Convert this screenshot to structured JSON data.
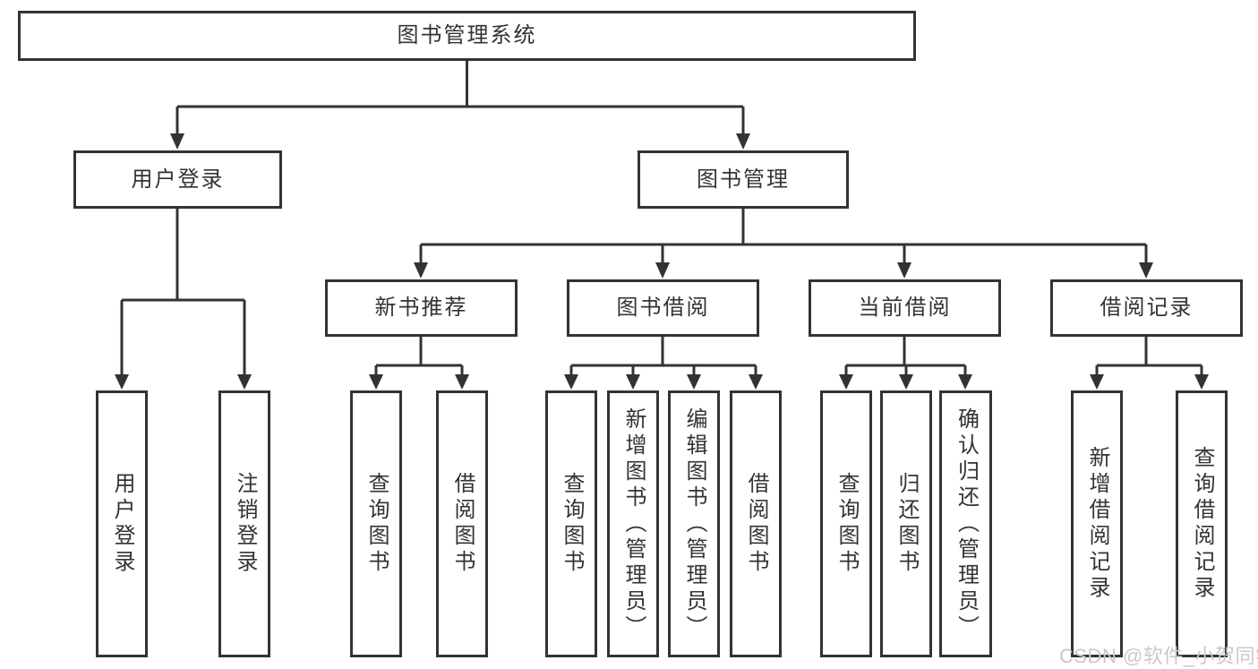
{
  "colors": {
    "line": "#333333",
    "border": "#333333",
    "text": "#333333",
    "watermark": "#c9c9c9",
    "background": "#ffffff"
  },
  "watermark": "CSDN @软件_小贺同学",
  "tree": {
    "root": "图书管理系统",
    "level2": [
      "用户登录",
      "图书管理"
    ],
    "level3": [
      "新书推荐",
      "图书借阅",
      "当前借阅",
      "借阅记录"
    ],
    "leaves": {
      "user_login": [
        "用户登录",
        "注销登录"
      ],
      "new_book_recommend": [
        "查询图书",
        "借阅图书"
      ],
      "book_borrow": [
        "查询图书",
        "新增图书（管理员）",
        "编辑图书（管理员）",
        "借阅图书"
      ],
      "current_borrow": [
        "查询图书",
        "归还图书",
        "确认归还（管理员）"
      ],
      "borrow_records": [
        "新增借阅记录",
        "查询借阅记录"
      ]
    }
  }
}
